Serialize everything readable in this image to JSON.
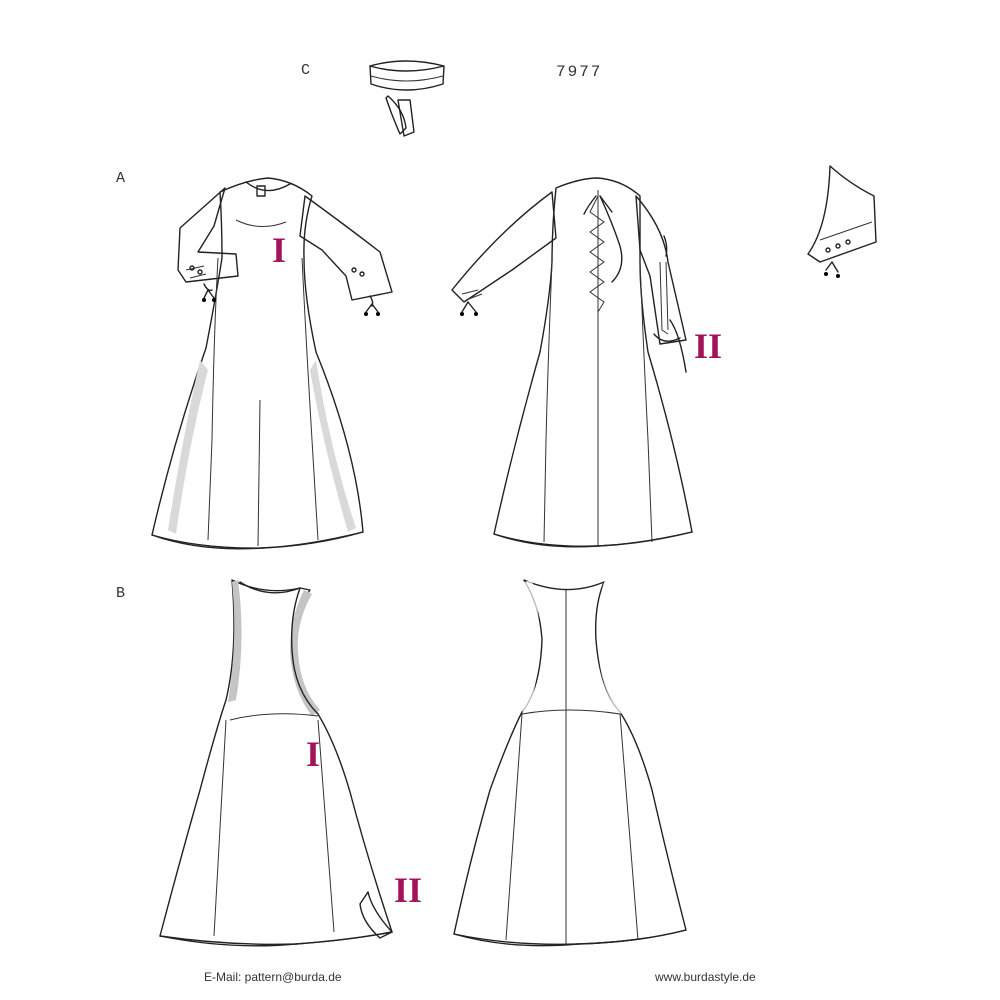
{
  "pattern_number": "7977",
  "views": {
    "a": {
      "label": "A"
    },
    "b": {
      "label": "B"
    },
    "c": {
      "label": "C"
    }
  },
  "fabric_marks": {
    "a_front": "I",
    "a_back": "II",
    "b_front_main": "I",
    "b_front_lining": "II"
  },
  "footer": {
    "email": "E-Mail: pattern@burda.de",
    "website": "www.burdastyle.de"
  },
  "colors": {
    "fabric_I": "#ffffff",
    "fabric_II": "#c4c4c4",
    "mark_color": "#a3135a"
  }
}
